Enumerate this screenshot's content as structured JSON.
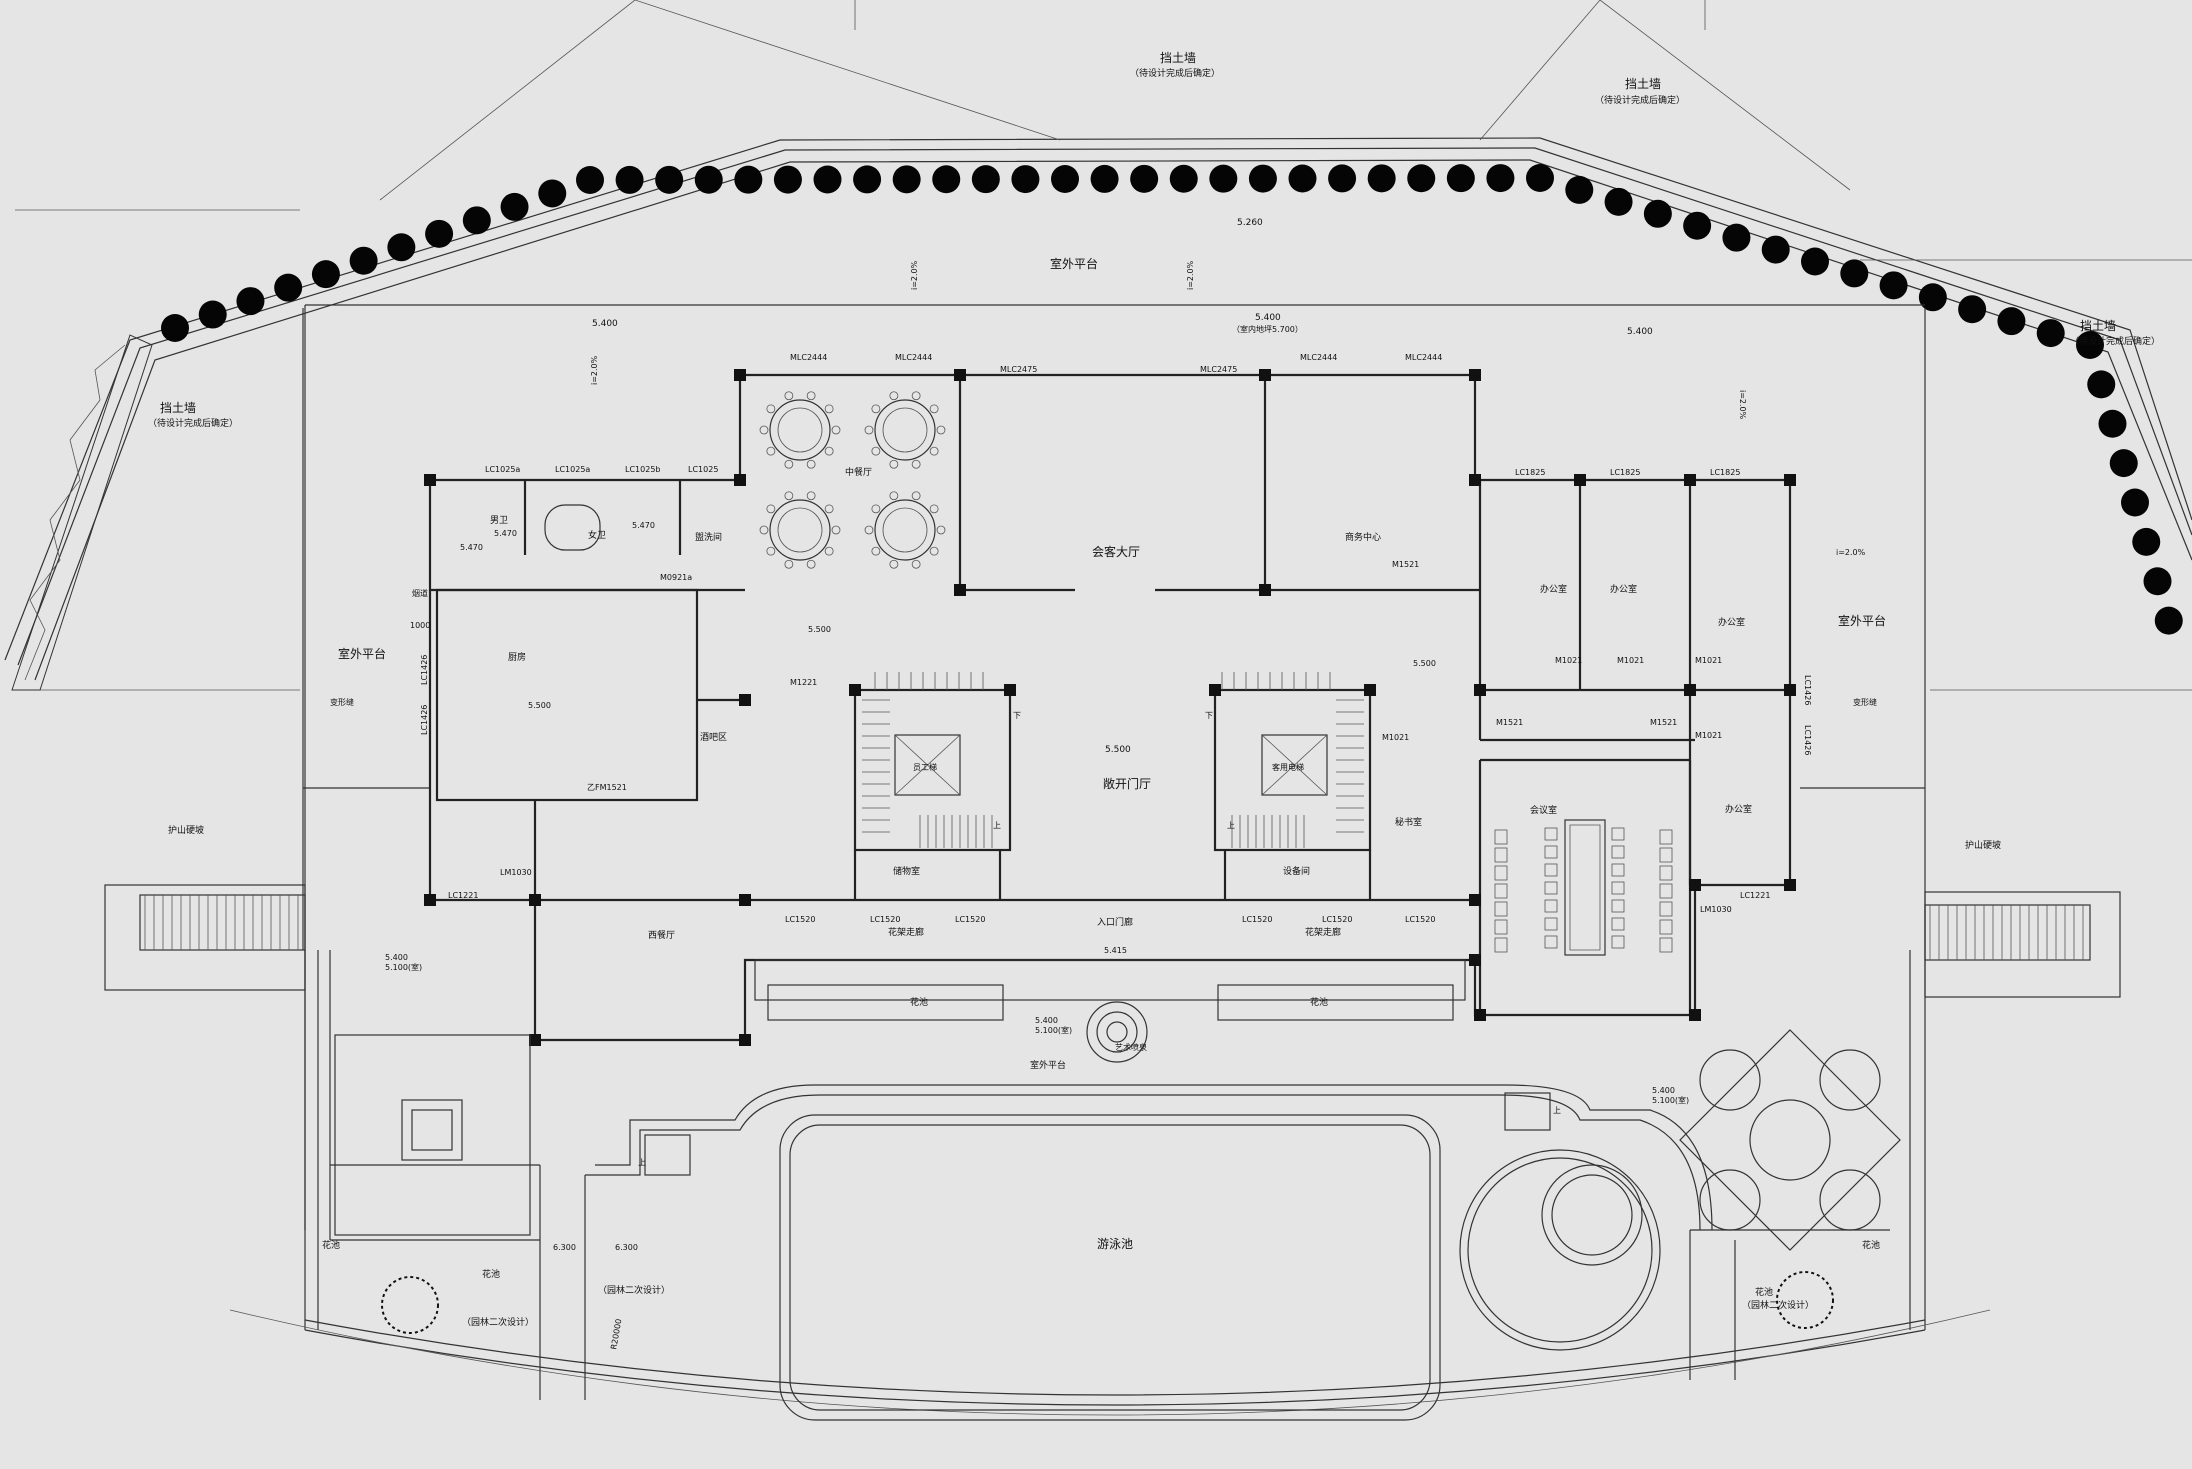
{
  "labels": {
    "retaining_wall": "挡土墙",
    "retaining_wall_note": "（待设计完成后确定）",
    "outdoor_platform": "室外平台",
    "slope_protection": "护山硬坡",
    "flower_bed": "花池",
    "landscape_design": "（园林二次设计）",
    "pool": "游泳池",
    "art_fountain": "艺术喷泉",
    "entrance_porch": "入口门廊",
    "pergola_corridor": "花架走廊",
    "open_hall": "敞开门厅",
    "reception_hall": "会客大厅",
    "chinese_dining": "中餐厅",
    "business_center": "商务中心",
    "office": "办公室",
    "meeting_room": "会议室",
    "secretary_room": "秘书室",
    "kitchen": "厨房",
    "bar_area": "酒吧区",
    "western_dining": "西餐厅",
    "storage": "储物室",
    "equipment_room": "设备间",
    "mens_wc": "男卫",
    "womens_wc": "女卫",
    "washroom": "盥洗间",
    "chimney": "烟道",
    "guest_elevator": "客用电梯",
    "staff_elevator": "员工梯",
    "up": "上",
    "down": "下",
    "radius": "R20000",
    "settlement_joint": "变形缝"
  },
  "elevations": {
    "e5260": "5.260",
    "e5400": "5.400",
    "e5400_note": "（室内地坪5.700）",
    "e5500": "5.500",
    "e5470": "5.470",
    "e5415": "5.415",
    "e5100": "5.100(室)",
    "e6300": "6.300"
  },
  "slopes": {
    "s2": "i=2.0%"
  },
  "doors": {
    "MLC2444": "MLC2444",
    "MLC2475": "MLC2475",
    "LC1025a": "LC1025a",
    "LC1025b": "LC1025b",
    "LC1025": "LC1025",
    "LC1825": "LC1825",
    "LC1426": "LC1426",
    "LC1520": "LC1520",
    "LC1221": "LC1221",
    "M1021": "M1021",
    "M1221": "M1221",
    "M1521": "M1521",
    "M0921a": "M0921a",
    "FM1521": "乙FM1521",
    "LM1030": "LM1030",
    "d1000": "1000"
  },
  "colors": {
    "background": "#e6e5e6",
    "line": "#222222",
    "tree": "#050505"
  }
}
